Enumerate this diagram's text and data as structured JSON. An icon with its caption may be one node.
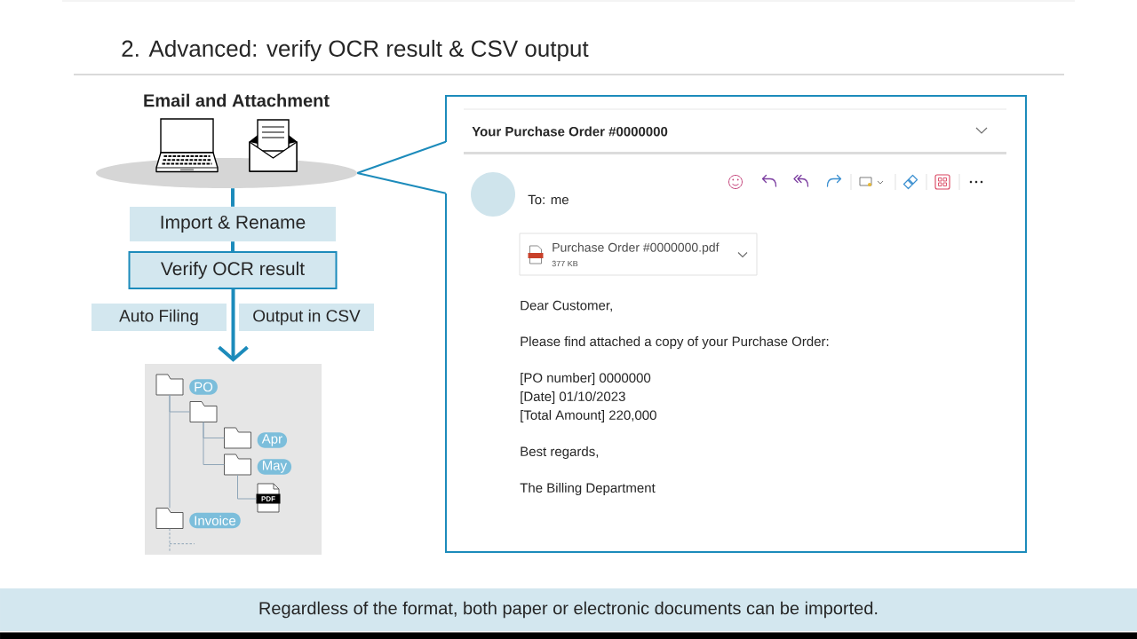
{
  "diagram": {
    "title": "2. Advanced: verify OCR result & CSV output",
    "caption": "Regardless of the format, both paper or electronic documents can be imported.",
    "nodes": [
      {
        "text": [],
        "shape": "ellipse",
        "beside": [
          "Email and Attachment"
        ]
      },
      {
        "text": [
          "Import & Rename"
        ]
      },
      {
        "text": [
          "Verify OCR result"
        ]
      },
      {
        "text": [
          "Auto Filing"
        ]
      },
      {
        "text": [
          "Output in CSV"
        ]
      },
      {
        "text": [],
        "shape": "box"
      },
      {
        "text": [
          "PO"
        ],
        "in": 5
      },
      {
        "text": [],
        "shape": "folder",
        "in": 5
      },
      {
        "text": [
          "Apr"
        ],
        "in": 5
      },
      {
        "text": [
          "May"
        ],
        "in": 5
      },
      {
        "text": [
          "PDF"
        ],
        "in": 5
      },
      {
        "text": [
          "Invoice"
        ],
        "in": 5
      },
      {
        "text": [
          "Your Purchase Order #0000000",
          "To: me",
          "Dear Customer,",
          "Please find attached a copy of your Purchase Order:",
          "[PO number] 0000000",
          "[Date] 01/10/2023",
          "[Total Amount] 220,000",
          "Best regards,",
          "The Billing Department"
        ]
      },
      {
        "text": [
          "Purchase Order #0000000.pdf",
          "377 KB"
        ],
        "in": 12
      }
    ],
    "edges": [
      {
        "from": 0,
        "to": 1,
        "arrow": "none",
        "style": "thick",
        "color": "#1c8bbb"
      },
      {
        "from": 1,
        "to": 2,
        "arrow": "none",
        "style": "thick",
        "color": "#1c8bbb"
      },
      {
        "from": 2,
        "to": 5,
        "arrow": "to",
        "style": "thick",
        "color": "#1c8bbb"
      },
      {
        "from": 0,
        "to": 12,
        "arrow": "none",
        "color": "#1c8bbb"
      },
      {
        "from": 6,
        "to": 7,
        "arrow": "none"
      },
      {
        "from": 7,
        "to": 8,
        "arrow": "none"
      },
      {
        "from": 7,
        "to": 9,
        "arrow": "none"
      },
      {
        "from": 9,
        "to": 10,
        "arrow": "none"
      },
      {
        "from": 6,
        "to": 11,
        "arrow": "none"
      },
      {
        "from": 11,
        "to": null,
        "arrow": "none",
        "style": "dashed"
      }
    ]
  }
}
